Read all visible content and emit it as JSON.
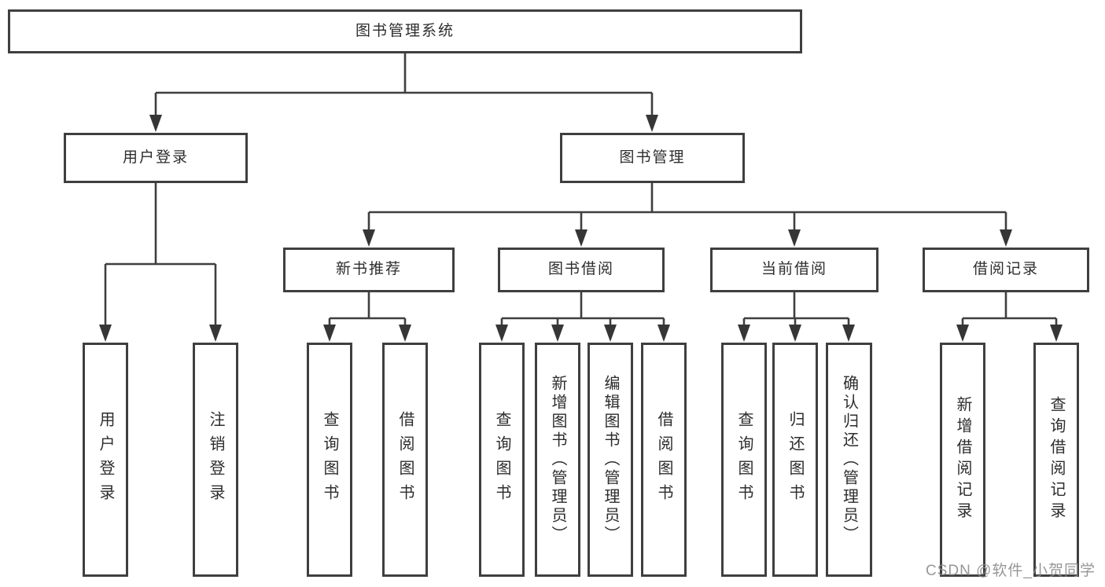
{
  "diagram": {
    "root": {
      "label": "图书管理系统",
      "children": [
        {
          "label": "用户登录",
          "children": [
            {
              "label": "用户登录"
            },
            {
              "label": "注销登录"
            }
          ]
        },
        {
          "label": "图书管理",
          "children": [
            {
              "label": "新书推荐",
              "children": [
                {
                  "label": "查询图书"
                },
                {
                  "label": "借阅图书"
                }
              ]
            },
            {
              "label": "图书借阅",
              "children": [
                {
                  "label": "查询图书"
                },
                {
                  "label": "新增图书（管理员）"
                },
                {
                  "label": "编辑图书（管理员）"
                },
                {
                  "label": "借阅图书"
                }
              ]
            },
            {
              "label": "当前借阅",
              "children": [
                {
                  "label": "查询图书"
                },
                {
                  "label": "归还图书"
                },
                {
                  "label": "确认归还（管理员）"
                }
              ]
            },
            {
              "label": "借阅记录",
              "children": [
                {
                  "label": "新增借阅记录"
                },
                {
                  "label": "查询借阅记录"
                }
              ]
            }
          ]
        }
      ]
    },
    "colors": {
      "line": "#3f3f3f",
      "text": "#2d2d2d",
      "background": "#ffffff",
      "watermark": "#8c8c8c"
    }
  },
  "watermark": "CSDN @软件_小贺同学"
}
